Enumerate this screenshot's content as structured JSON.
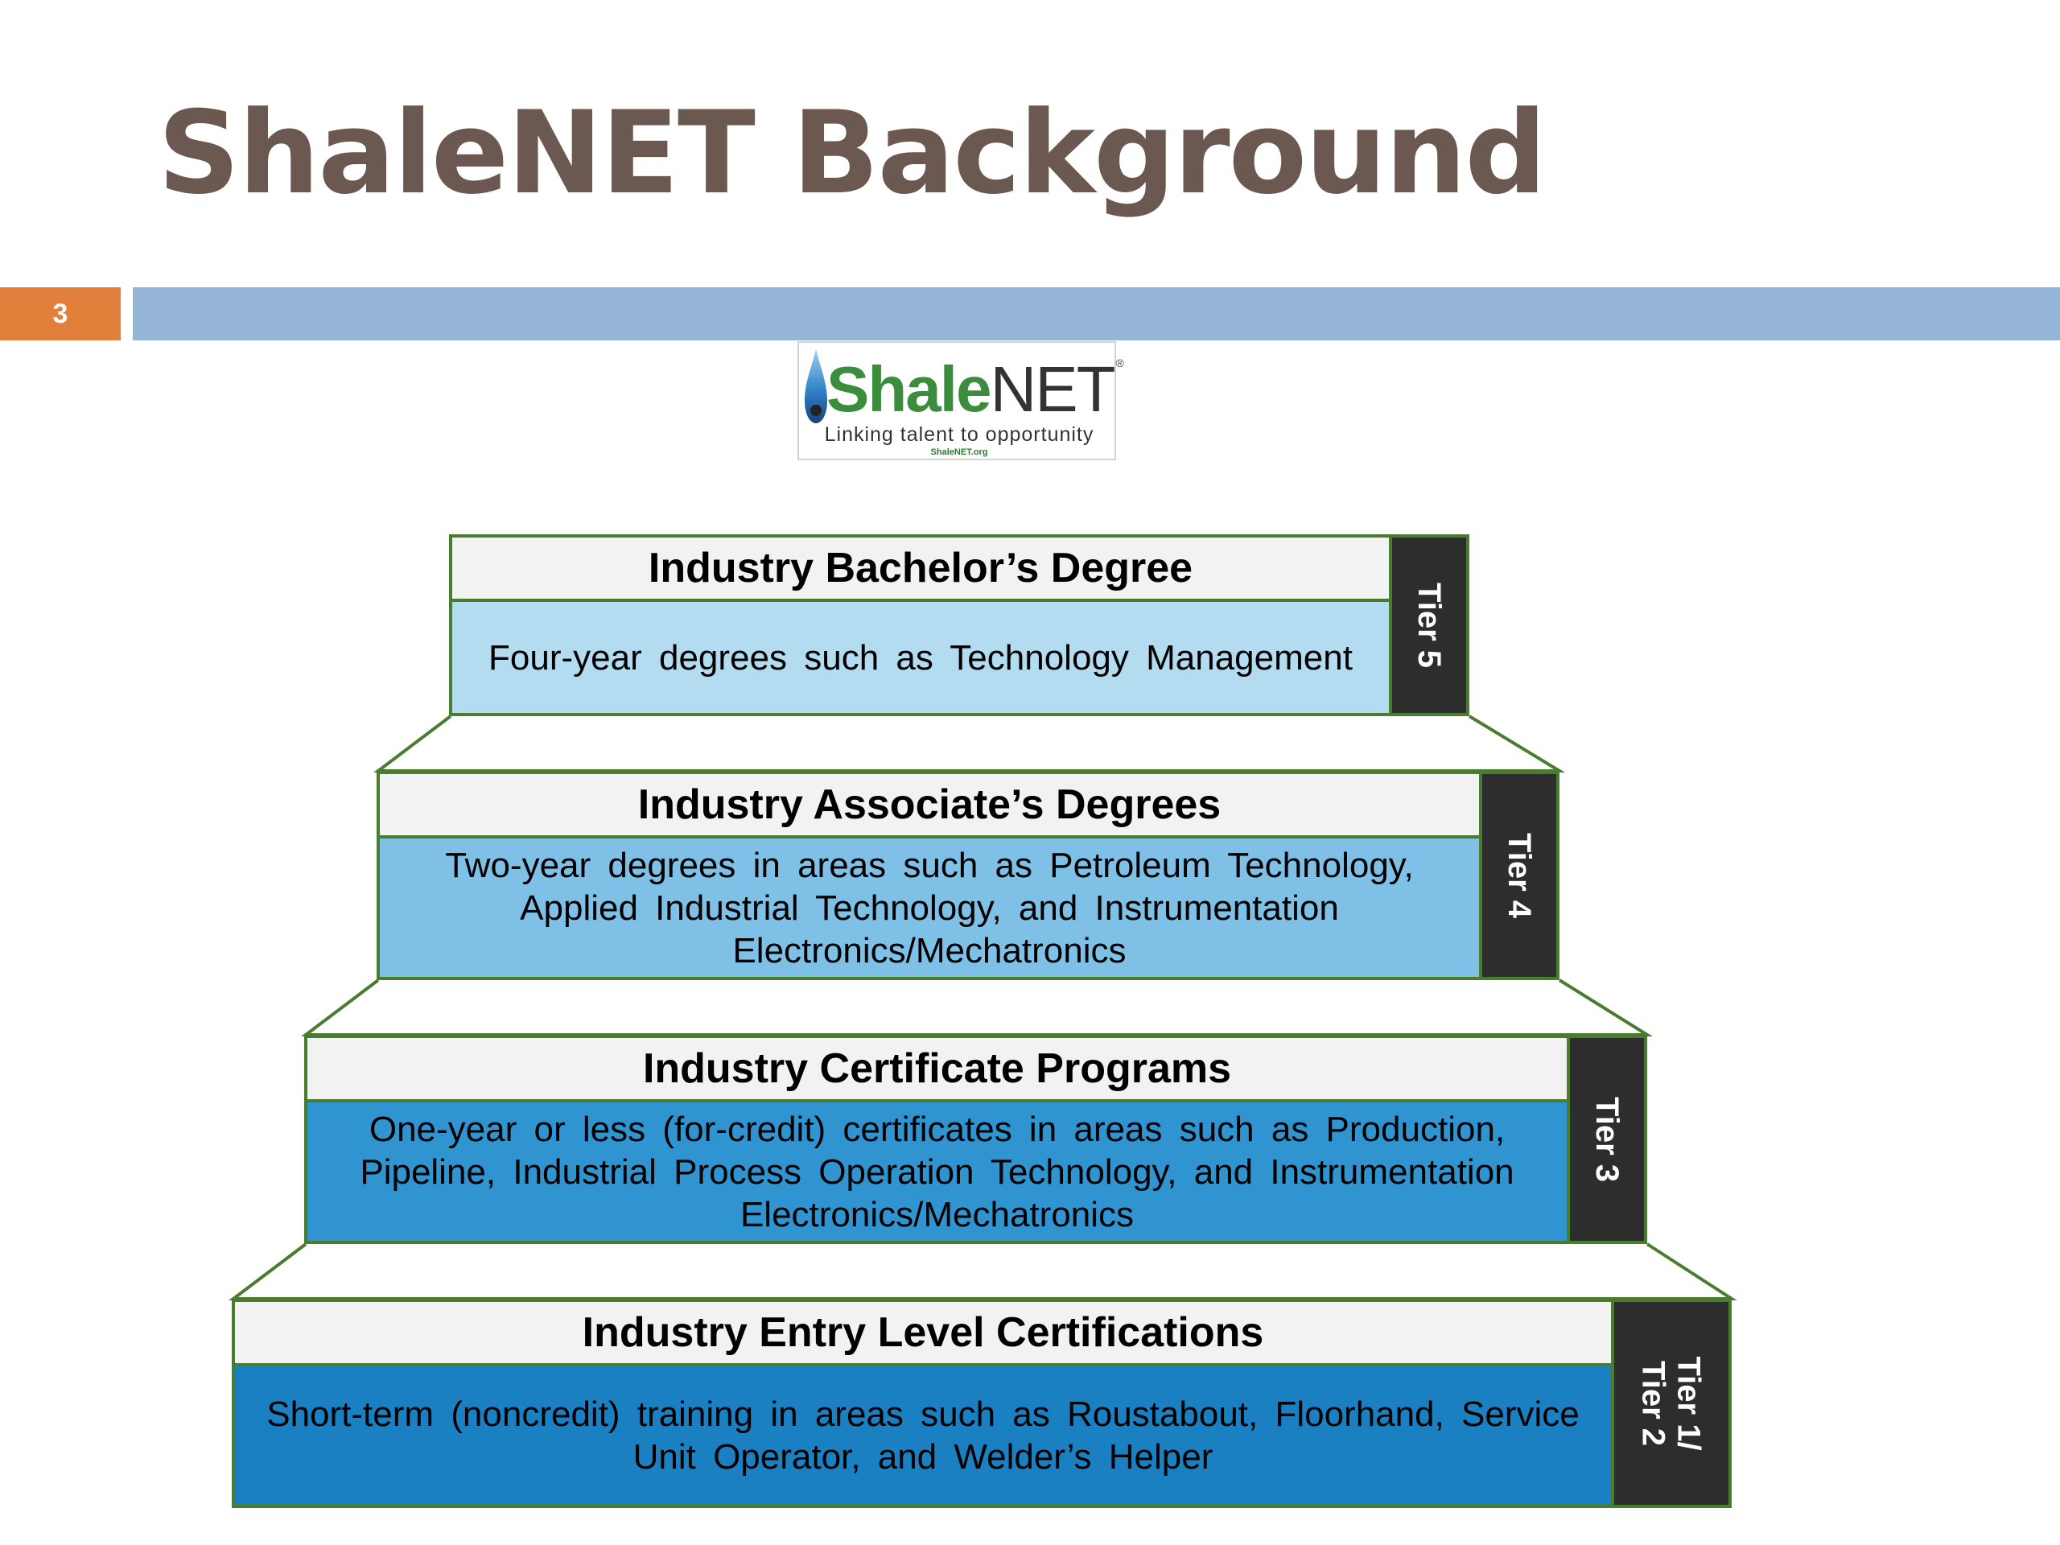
{
  "slide": {
    "title": "ShaleNET Background",
    "number": "3"
  },
  "logo": {
    "name_part1": "Shale",
    "name_part2": "NET",
    "registered_mark": "®",
    "tagline": "Linking talent to opportunity",
    "url": "ShaleNET.org",
    "icon": "flame-drop-icon"
  },
  "colors": {
    "title": "#6b5850",
    "slide_number_bg": "#e0803a",
    "header_bar": "#94b5d6",
    "border_green": "#4a7c2f",
    "tier_label_bg": "#2d2d2d",
    "tier5_body": "#b3dcf0",
    "tier4_body": "#7fc0e6",
    "tier3_body": "#2f94cf",
    "tier12_body": "#1a80c1"
  },
  "tiers": [
    {
      "heading": "Industry Bachelor’s Degree",
      "description": "Four-year degrees such as Technology Management",
      "label": "Tier 5"
    },
    {
      "heading": "Industry Associate’s Degrees",
      "description": "Two-year degrees in areas such as Petroleum Technology, Applied Industrial Technology, and Instrumentation Electronics/Mechatronics",
      "label": "Tier 4"
    },
    {
      "heading": "Industry Certificate Programs",
      "description": "One-year or less (for-credit) certificates in areas such as Production, Pipeline, Industrial Process Operation Technology, and Instrumentation Electronics/Mechatronics",
      "label": "Tier 3"
    },
    {
      "heading": "Industry Entry Level Certifications",
      "description": "Short-term (noncredit) training in areas such as Roustabout, Floorhand, Service Unit Operator, and Welder’s Helper",
      "label": "Tier 1/\nTier 2"
    }
  ]
}
